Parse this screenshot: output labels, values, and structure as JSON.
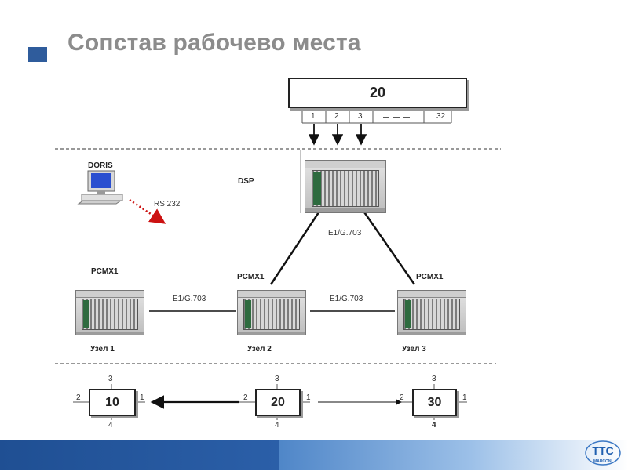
{
  "slide": {
    "title": "Сопстав рабочево места"
  },
  "top_box": {
    "label": "20",
    "ports": [
      "1",
      "2",
      "3",
      "32"
    ]
  },
  "labels": {
    "doris": "DORIS",
    "rs232": "RS 232",
    "dsp": "DSP",
    "e1_dsp": "E1/G.703",
    "e1_left": "E1/G.703",
    "e1_right": "E1/G.703",
    "pcmx_left": "PCMX1",
    "pcmx_mid": "PCMX1",
    "pcmx_right": "PCMX1",
    "node1": "Узел 1",
    "node2": "Узел 2",
    "node3": "Узел  3"
  },
  "bottom_boxes": [
    {
      "label": "10",
      "port_top": "3",
      "port_left": "2",
      "port_right": "1",
      "port_bottom": "4"
    },
    {
      "label": "20",
      "port_top": "3",
      "port_left": "2",
      "port_right": "1",
      "port_bottom": "4"
    },
    {
      "label": "30",
      "port_top": "3",
      "port_left": "2",
      "port_right": "1",
      "port_bottom": "4"
    }
  ],
  "colors": {
    "accent": "#2f5c9c",
    "title": "#8c8c8c",
    "rs232_arrow": "#cc1111"
  },
  "logo": {
    "text": "TTC",
    "subtext": "MARCONI"
  }
}
